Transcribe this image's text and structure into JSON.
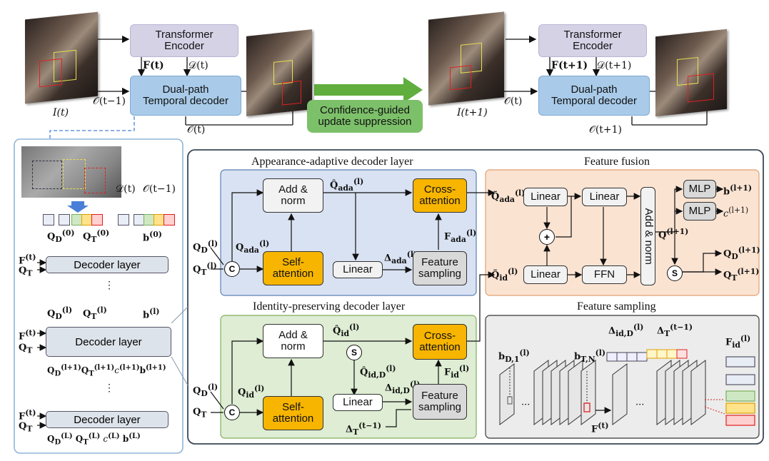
{
  "top": {
    "encoder_label": "Transformer\nEncoder",
    "decoder_label": "Dual-path\nTemporal decoder",
    "F_t": "F(t)",
    "D_t": "𝒟(t)",
    "O_tm1": "𝒪(t−1)",
    "I_t": "I(t)",
    "O_t": "𝒪(t)",
    "encoder2_label": "Transformer\nEncoder",
    "decoder2_label": "Dual-path\nTemporal decoder",
    "F_t1": "F(t+1)",
    "D_t1": "𝒟(t+1)",
    "O_t_b": "𝒪(t)",
    "I_t1": "I(t+1)",
    "O_t1": "𝒪(t+1)",
    "suppression_label": "Confidence-guided\nupdate suppression"
  },
  "left_panel": {
    "D_t": "𝒟(t)",
    "O_tm1": "𝒪(t−1)",
    "decoder_layer": "Decoder layer",
    "ellipsis": "⋮"
  },
  "main_panel": {
    "appearance_title": "Appearance-adaptive decoder layer",
    "identity_title": "Identity-preserving decoder layer",
    "fusion_title": "Feature fusion",
    "sampling_title": "Feature sampling",
    "add_norm": "Add &\nnorm",
    "cross_attention": "Cross-\nattention",
    "self_attention": "Self-\nattention",
    "linear": "Linear",
    "feature_sampling": "Feature\nsampling",
    "ffn": "FFN",
    "mlp": "MLP",
    "add_norm_vertical": "Add & norm",
    "c_symbol": "C",
    "s_symbol": "S",
    "plus_symbol": "+"
  },
  "colors": {
    "encoder_fill": "#d6d2e6",
    "decoder_fill": "#a9cbe9",
    "suppression_fill": "#7cc06a",
    "appearance_fill": "#d9e2f2",
    "identity_fill": "#deedd3",
    "fusion_fill": "#fbe3d2",
    "sampling_fill": "#ececec",
    "attention_fill": "#f7b500"
  }
}
